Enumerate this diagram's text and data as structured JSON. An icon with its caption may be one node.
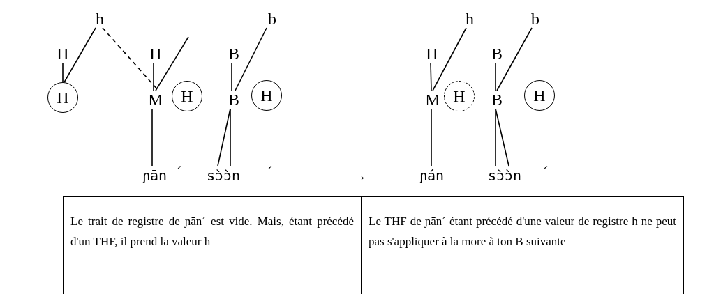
{
  "diagram": {
    "nodes": [
      {
        "text": [
          "h"
        ]
      },
      {
        "text": [
          "H"
        ]
      },
      {
        "text": [
          "H"
        ]
      },
      {
        "text": [
          "H"
        ]
      },
      {
        "text": [
          "M"
        ]
      },
      {
        "text": [
          "H"
        ]
      },
      {
        "text": [
          "b"
        ]
      },
      {
        "text": [
          "B"
        ]
      },
      {
        "text": [
          "B"
        ]
      },
      {
        "text": [
          "H"
        ]
      },
      {
        "text": [
          "ɲān"
        ]
      },
      {
        "text": [
          "sɔ̀ɔ̀n"
        ]
      },
      {
        "text": [
          "h"
        ]
      },
      {
        "text": [
          "H"
        ]
      },
      {
        "text": [
          "M"
        ]
      },
      {
        "text": [
          "H"
        ]
      },
      {
        "text": [
          "b"
        ]
      },
      {
        "text": [
          "B"
        ]
      },
      {
        "text": [
          "B"
        ]
      },
      {
        "text": [
          "H"
        ]
      },
      {
        "text": [
          "ɲán"
        ]
      },
      {
        "text": [
          "sɔ̀ɔ̀n"
        ]
      }
    ],
    "edges": [
      {
        "from": 0,
        "to": 2,
        "arrow": "none"
      },
      {
        "from": 1,
        "to": 2,
        "arrow": "none"
      },
      {
        "from": 0,
        "to": 4,
        "arrow": "none",
        "style": "dashed"
      },
      {
        "from": 3,
        "to": 4,
        "arrow": "none"
      },
      {
        "from": null,
        "to": 4,
        "arrow": "none"
      },
      {
        "from": 7,
        "to": 8,
        "arrow": "none"
      },
      {
        "from": 6,
        "to": 8,
        "arrow": "none"
      },
      {
        "from": 4,
        "to": 10,
        "arrow": "none"
      },
      {
        "from": 8,
        "to": 11,
        "arrow": "none"
      },
      {
        "from": 8,
        "to": 11,
        "arrow": "none"
      },
      {
        "from": 13,
        "to": 14,
        "arrow": "none"
      },
      {
        "from": 12,
        "to": 14,
        "arrow": "none"
      },
      {
        "from": 17,
        "to": 18,
        "arrow": "none"
      },
      {
        "from": 16,
        "to": 18,
        "arrow": "none"
      },
      {
        "from": 14,
        "to": 20,
        "arrow": "none"
      },
      {
        "from": 18,
        "to": 21,
        "arrow": "none"
      },
      {
        "from": 18,
        "to": 21,
        "arrow": "none"
      }
    ],
    "labels": [
      "´",
      "´",
      "→",
      "´",
      "Le trait de registre de ɲān´ est vide. Mais, étant précédé d'un THF, il prend la valeur h",
      "Le THF de ɲān´ étant précédé d'une valeur de registre h ne peut pas s'appliquer à la more à ton B suivante"
    ]
  }
}
